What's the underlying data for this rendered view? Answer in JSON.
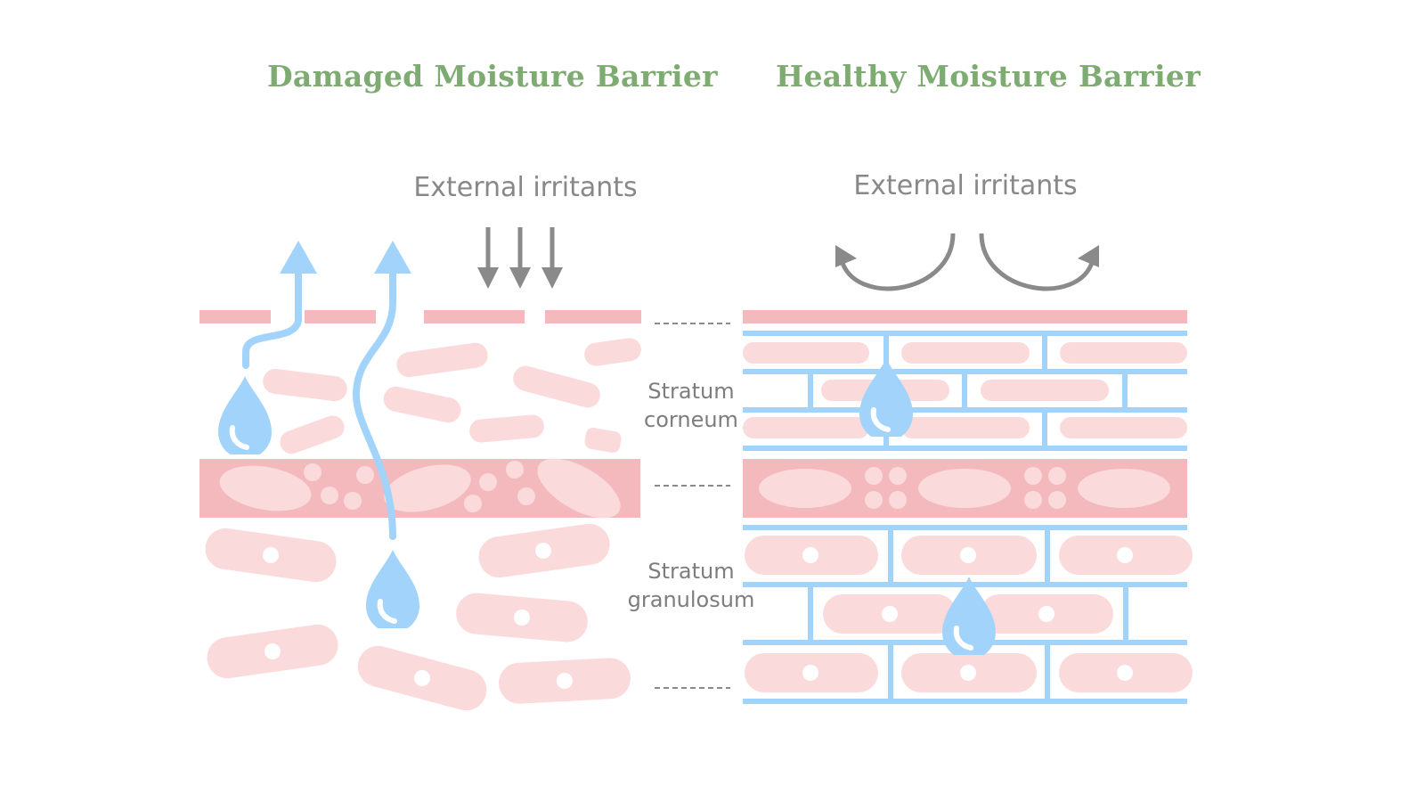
{
  "titles": {
    "damaged": "Damaged Moisture Barrier",
    "healthy": "Healthy Moisture Barrier"
  },
  "left_panel": {
    "irritants_label": "External irritants"
  },
  "right_panel": {
    "irritants_label": "External irritants"
  },
  "layer_labels": {
    "corneum_line1": "Stratum",
    "corneum_line2": "corneum",
    "granulosum_line1": "Stratum",
    "granulosum_line2": "granulosum"
  },
  "colors": {
    "title": "#7eab72",
    "barrier_pink": "#f4b9bc",
    "cell_pink": "#fbdadb",
    "water_blue": "#a2d4fb",
    "irritant_gray": "#8a8a8a"
  }
}
